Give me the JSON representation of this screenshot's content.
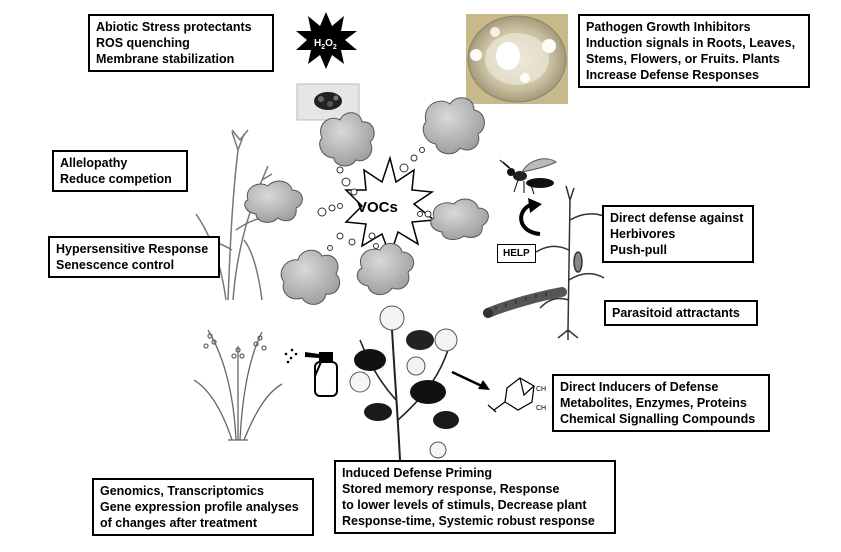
{
  "center": {
    "label": "VOCs"
  },
  "help_label": "HELP",
  "h2o2": {
    "h": "H",
    "two_a": "2",
    "o": "O",
    "two_b": "2"
  },
  "boxes": {
    "abiotic": {
      "lines": [
        "Abiotic Stress protectants",
        "ROS quenching",
        "Membrane stabilization"
      ]
    },
    "pathogen": {
      "lines": [
        "Pathogen Growth Inhibitors",
        "Induction signals in Roots, Leaves,",
        "Stems, Flowers, or Fruits. Plants",
        "Increase Defense Responses"
      ]
    },
    "allelopathy": {
      "lines": [
        "Allelopathy",
        "Reduce competion"
      ]
    },
    "hypersensitive": {
      "lines": [
        "Hypersensitive Response",
        "Senescence control"
      ]
    },
    "direct_defense": {
      "lines": [
        "Direct defense against",
        "Herbivores",
        "Push-pull"
      ]
    },
    "parasitoid": {
      "lines": [
        "Parasitoid attractants"
      ]
    },
    "direct_inducers": {
      "lines": [
        "Direct Inducers of Defense",
        "Metabolites, Enzymes, Proteins",
        "Chemical Signalling Compounds"
      ]
    },
    "genomics": {
      "lines": [
        "Genomics, Transcriptomics",
        "Gene expression profile analyses",
        "of changes after treatment"
      ]
    },
    "priming": {
      "lines": [
        "Induced Defense Priming",
        "Stored memory response, Response",
        "to  lower levels of stimuls, Decrease plant",
        "Response-time, Systemic robust response"
      ]
    }
  }
}
